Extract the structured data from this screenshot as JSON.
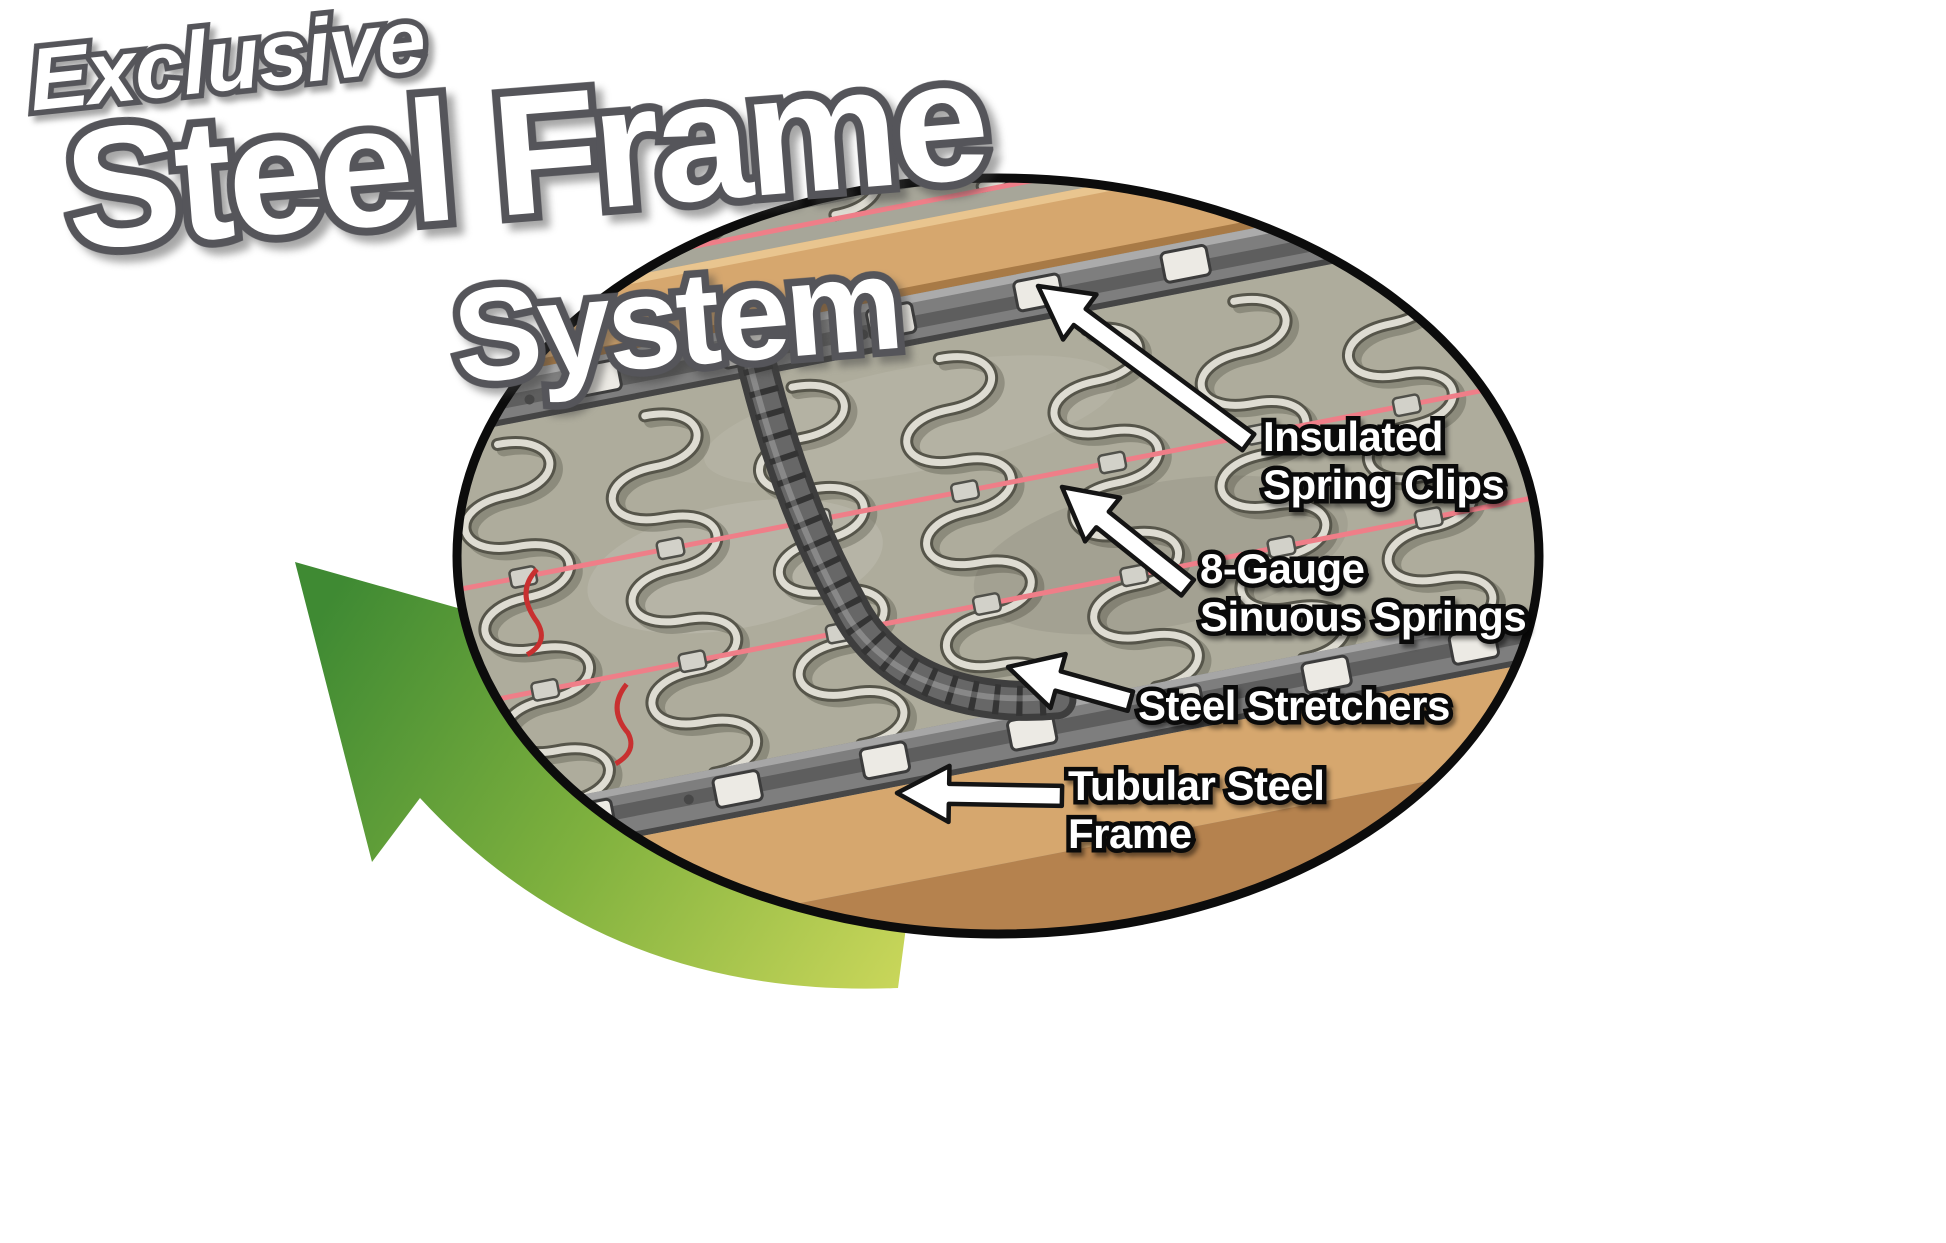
{
  "title": {
    "kicker": "Exclusive",
    "main": "Steel Frame",
    "sub": "System"
  },
  "callouts": {
    "clips": {
      "line1": "Insulated",
      "line2": "Spring Clips"
    },
    "springs": {
      "line1": "8-Gauge",
      "line2": "Sinuous Springs"
    },
    "stretchers": {
      "line1": "Steel Stretchers"
    },
    "frame": {
      "line1": "Tubular Steel",
      "line2": "Frame"
    }
  },
  "colors": {
    "arrow_green_dark": "#3f8a33",
    "arrow_green_mid": "#7fb13e",
    "arrow_green_light": "#c9d65a",
    "wood_tan": "#d6a76e",
    "wood_tan_dark": "#b5824e",
    "steel_gray": "#7e7e7e",
    "deck_gray_green": "#aeac9c",
    "wire_pink": "#ef7e88",
    "spring_metal": "#dedcd2",
    "label_text": "#ffffff",
    "label_outline": "#0a0a0a",
    "title_outline": "#55555a"
  }
}
